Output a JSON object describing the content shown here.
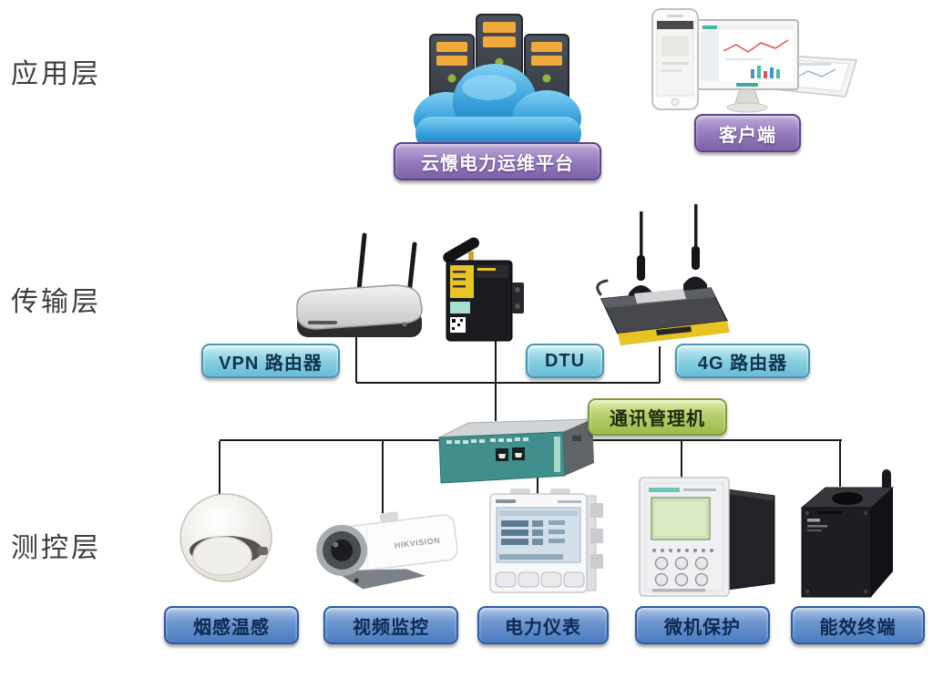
{
  "layers": [
    {
      "id": "application",
      "label": "应用层"
    },
    {
      "id": "transmission",
      "label": "传输层"
    },
    {
      "id": "measurement",
      "label": "测控层"
    }
  ],
  "nodes": {
    "cloud_platform": {
      "label": "云憬电力运维平台"
    },
    "client": {
      "label": "客户端"
    },
    "vpn_router": {
      "label": "VPN 路由器"
    },
    "dtu": {
      "label": "DTU"
    },
    "router_4g": {
      "label": "4G 路由器"
    },
    "comm_manager": {
      "label": "通讯管理机"
    },
    "smoke_sensor": {
      "label": "烟感温感"
    },
    "video_camera": {
      "label": "视频监控"
    },
    "power_meter": {
      "label": "电力仪表"
    },
    "relay_protection": {
      "label": "微机保护"
    },
    "energy_terminal": {
      "label": "能效终端"
    }
  },
  "device_markings": {
    "camera_brand": "HIKVISION"
  },
  "connections": [
    {
      "from": "vpn_router",
      "to": "comm_manager"
    },
    {
      "from": "dtu",
      "to": "comm_manager"
    },
    {
      "from": "router_4g",
      "to": "comm_manager"
    },
    {
      "from": "comm_manager",
      "to": "smoke_sensor"
    },
    {
      "from": "comm_manager",
      "to": "video_camera"
    },
    {
      "from": "comm_manager",
      "to": "power_meter"
    },
    {
      "from": "comm_manager",
      "to": "relay_protection"
    },
    {
      "from": "comm_manager",
      "to": "energy_terminal"
    }
  ],
  "colors": {
    "label_cyan": "#8ed2e3",
    "label_blue": "#5a88c8",
    "label_purple": "#8a6cb0",
    "label_green": "#a9c55c",
    "cloud_blue": "#2a92d2",
    "connector_line": "#1a1a1a"
  }
}
